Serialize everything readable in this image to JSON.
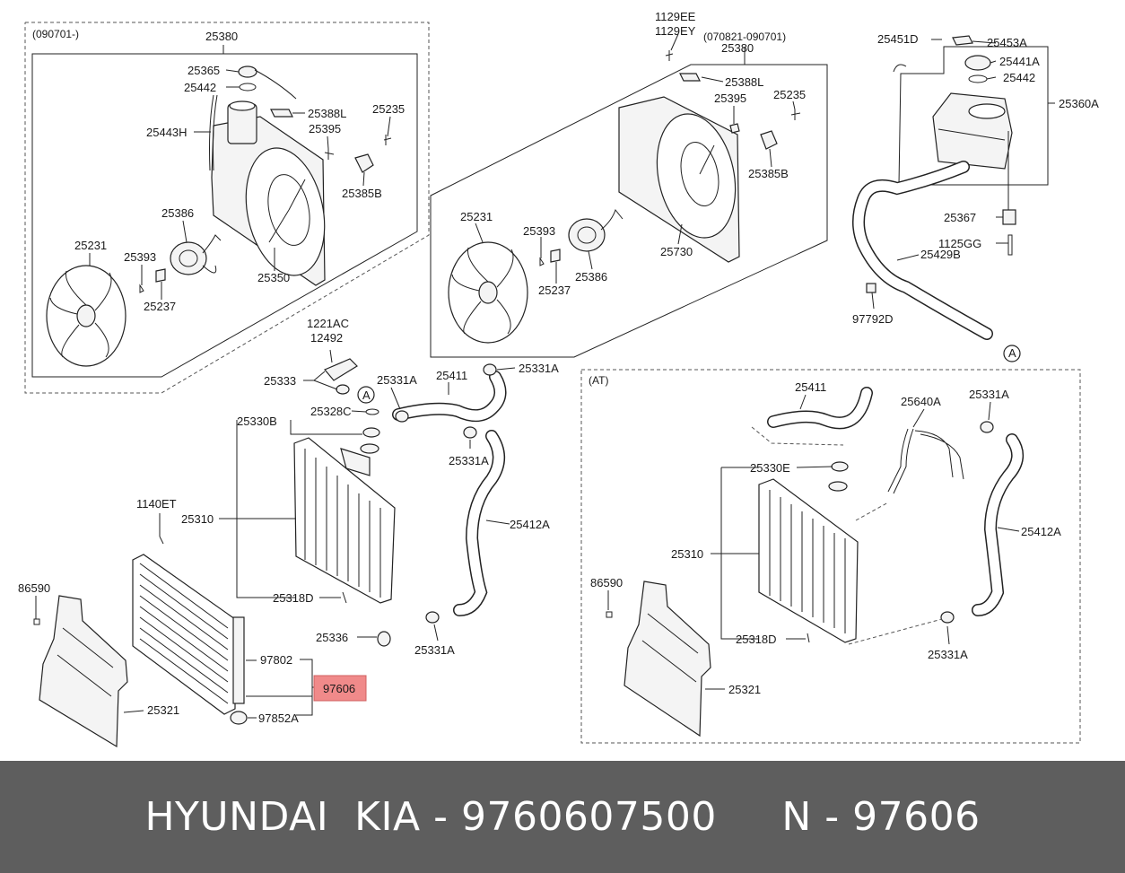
{
  "callouts": {
    "date_a": "(090701-)",
    "date_b": "(070821-090701)",
    "at": "(AT)",
    "p25380_a": "25380",
    "p25365": "25365",
    "p25442_a": "25442",
    "p25388L_a": "25388L",
    "p25235_a": "25235",
    "p25443H": "25443H",
    "p25395_a": "25395",
    "p25385B_a": "25385B",
    "p25386_a": "25386",
    "p25231_a": "25231",
    "p25393_a": "25393",
    "p25237_a": "25237",
    "p25350": "25350",
    "p1129EE": "1129EE",
    "p1129EY": "1129EY",
    "p25380_b": "25380",
    "p25388L_b": "25388L",
    "p25395_b": "25395",
    "p25235_b": "25235",
    "p25385B_b": "25385B",
    "p25231_b": "25231",
    "p25393_b": "25393",
    "p25237_b": "25237",
    "p25386_b": "25386",
    "p25730": "25730",
    "p25451D": "25451D",
    "p25453A": "25453A",
    "p25441A": "25441A",
    "p25442_c": "25442",
    "p25360A": "25360A",
    "p25367": "25367",
    "p1125GG": "1125GG",
    "p25429B": "25429B",
    "p97792D": "97792D",
    "ref_a1": "A",
    "ref_a2": "A",
    "p1221AC": "1221AC",
    "p12492": "12492",
    "p25333": "25333",
    "p25331A_1": "25331A",
    "p25411_a": "25411",
    "p25331A_2": "25331A",
    "p25328C": "25328C",
    "p25330B": "25330B",
    "p25331A_3": "25331A",
    "p25310_a": "25310",
    "p25412A_a": "25412A",
    "p1140ET": "1140ET",
    "p86590_a": "86590",
    "p25318D_a": "25318D",
    "p25336": "25336",
    "p25331A_4": "25331A",
    "p97802": "97802",
    "p97606": "97606",
    "p25321_a": "25321",
    "p97852A": "97852A",
    "p25411_b": "25411",
    "p25640A": "25640A",
    "p25331A_5": "25331A",
    "p25330E": "25330E",
    "p25310_b": "25310",
    "p25412A_b": "25412A",
    "p86590_b": "86590",
    "p25318D_b": "25318D",
    "p25331A_6": "25331A",
    "p25321_b": "25321"
  },
  "colors": {
    "highlight": "#f08a8a",
    "footer_bg": "#5e5e5e"
  },
  "footer": {
    "title": "HYUNDAI  KIA - 9760607500     N - 97606"
  }
}
